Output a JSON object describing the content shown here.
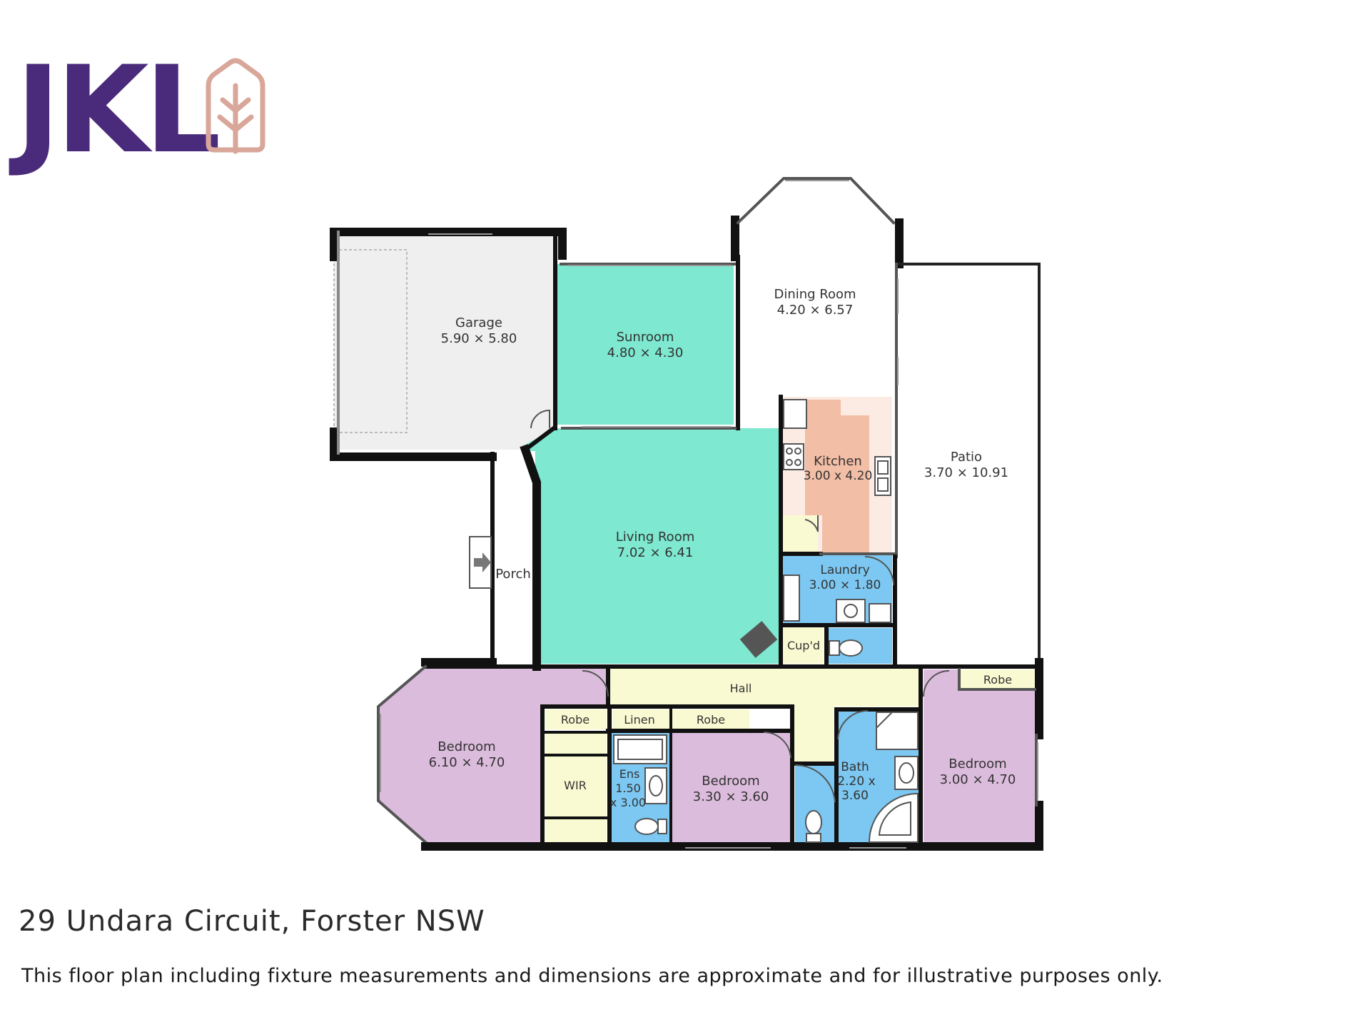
{
  "brand": {
    "logo_text": "JKL",
    "logo_color": "#4a2a7a",
    "logo_icon": "house-tree-icon",
    "icon_color": "#d9a79a"
  },
  "colors": {
    "garage": "#efefef",
    "sunroom": "#7ee8d0",
    "living": "#7ee8d0",
    "kitchen": "#f2bea6",
    "kitchen_bench": "#fcebe3",
    "laundry": "#7cc8f2",
    "bedroom": "#dcbcdc",
    "hall": "#fafad2",
    "wall": "#111111"
  },
  "rooms": {
    "garage": {
      "name": "Garage",
      "dims": "5.90 × 5.80"
    },
    "sunroom": {
      "name": "Sunroom",
      "dims": "4.80 × 4.30"
    },
    "dining": {
      "name": "Dining Room",
      "dims": "4.20 × 6.57"
    },
    "kitchen": {
      "name": "Kitchen",
      "dims": "3.00 x 4.20"
    },
    "patio": {
      "name": "Patio",
      "dims": "3.70 × 10.91"
    },
    "living": {
      "name": "Living Room",
      "dims": "7.02 × 6.41"
    },
    "porch": {
      "name": "Porch"
    },
    "laundry": {
      "name": "Laundry",
      "dims": "3.00 × 1.80"
    },
    "cupd": {
      "name": "Cup'd"
    },
    "hall": {
      "name": "Hall"
    },
    "bedroom1": {
      "name": "Bedroom",
      "dims": "6.10 × 4.70"
    },
    "robe1": {
      "name": "Robe"
    },
    "linen": {
      "name": "Linen"
    },
    "robe2": {
      "name": "Robe"
    },
    "wir": {
      "name": "WIR"
    },
    "ens": {
      "name": "Ens",
      "dims_line1": "1.50",
      "dims_line2": "x 3.00"
    },
    "bedroom2": {
      "name": "Bedroom",
      "dims": "3.30 × 3.60"
    },
    "bath": {
      "name": "Bath",
      "dims_line1": "2.20 x",
      "dims_line2": "3.60"
    },
    "bedroom3": {
      "name": "Bedroom",
      "dims": "3.00 × 4.70"
    },
    "robe3": {
      "name": "Robe"
    }
  },
  "footer": {
    "address": "29 Undara Circuit, Forster NSW",
    "disclaimer": "This floor plan including fixture measurements and dimensions are approximate and for illustrative purposes only."
  }
}
